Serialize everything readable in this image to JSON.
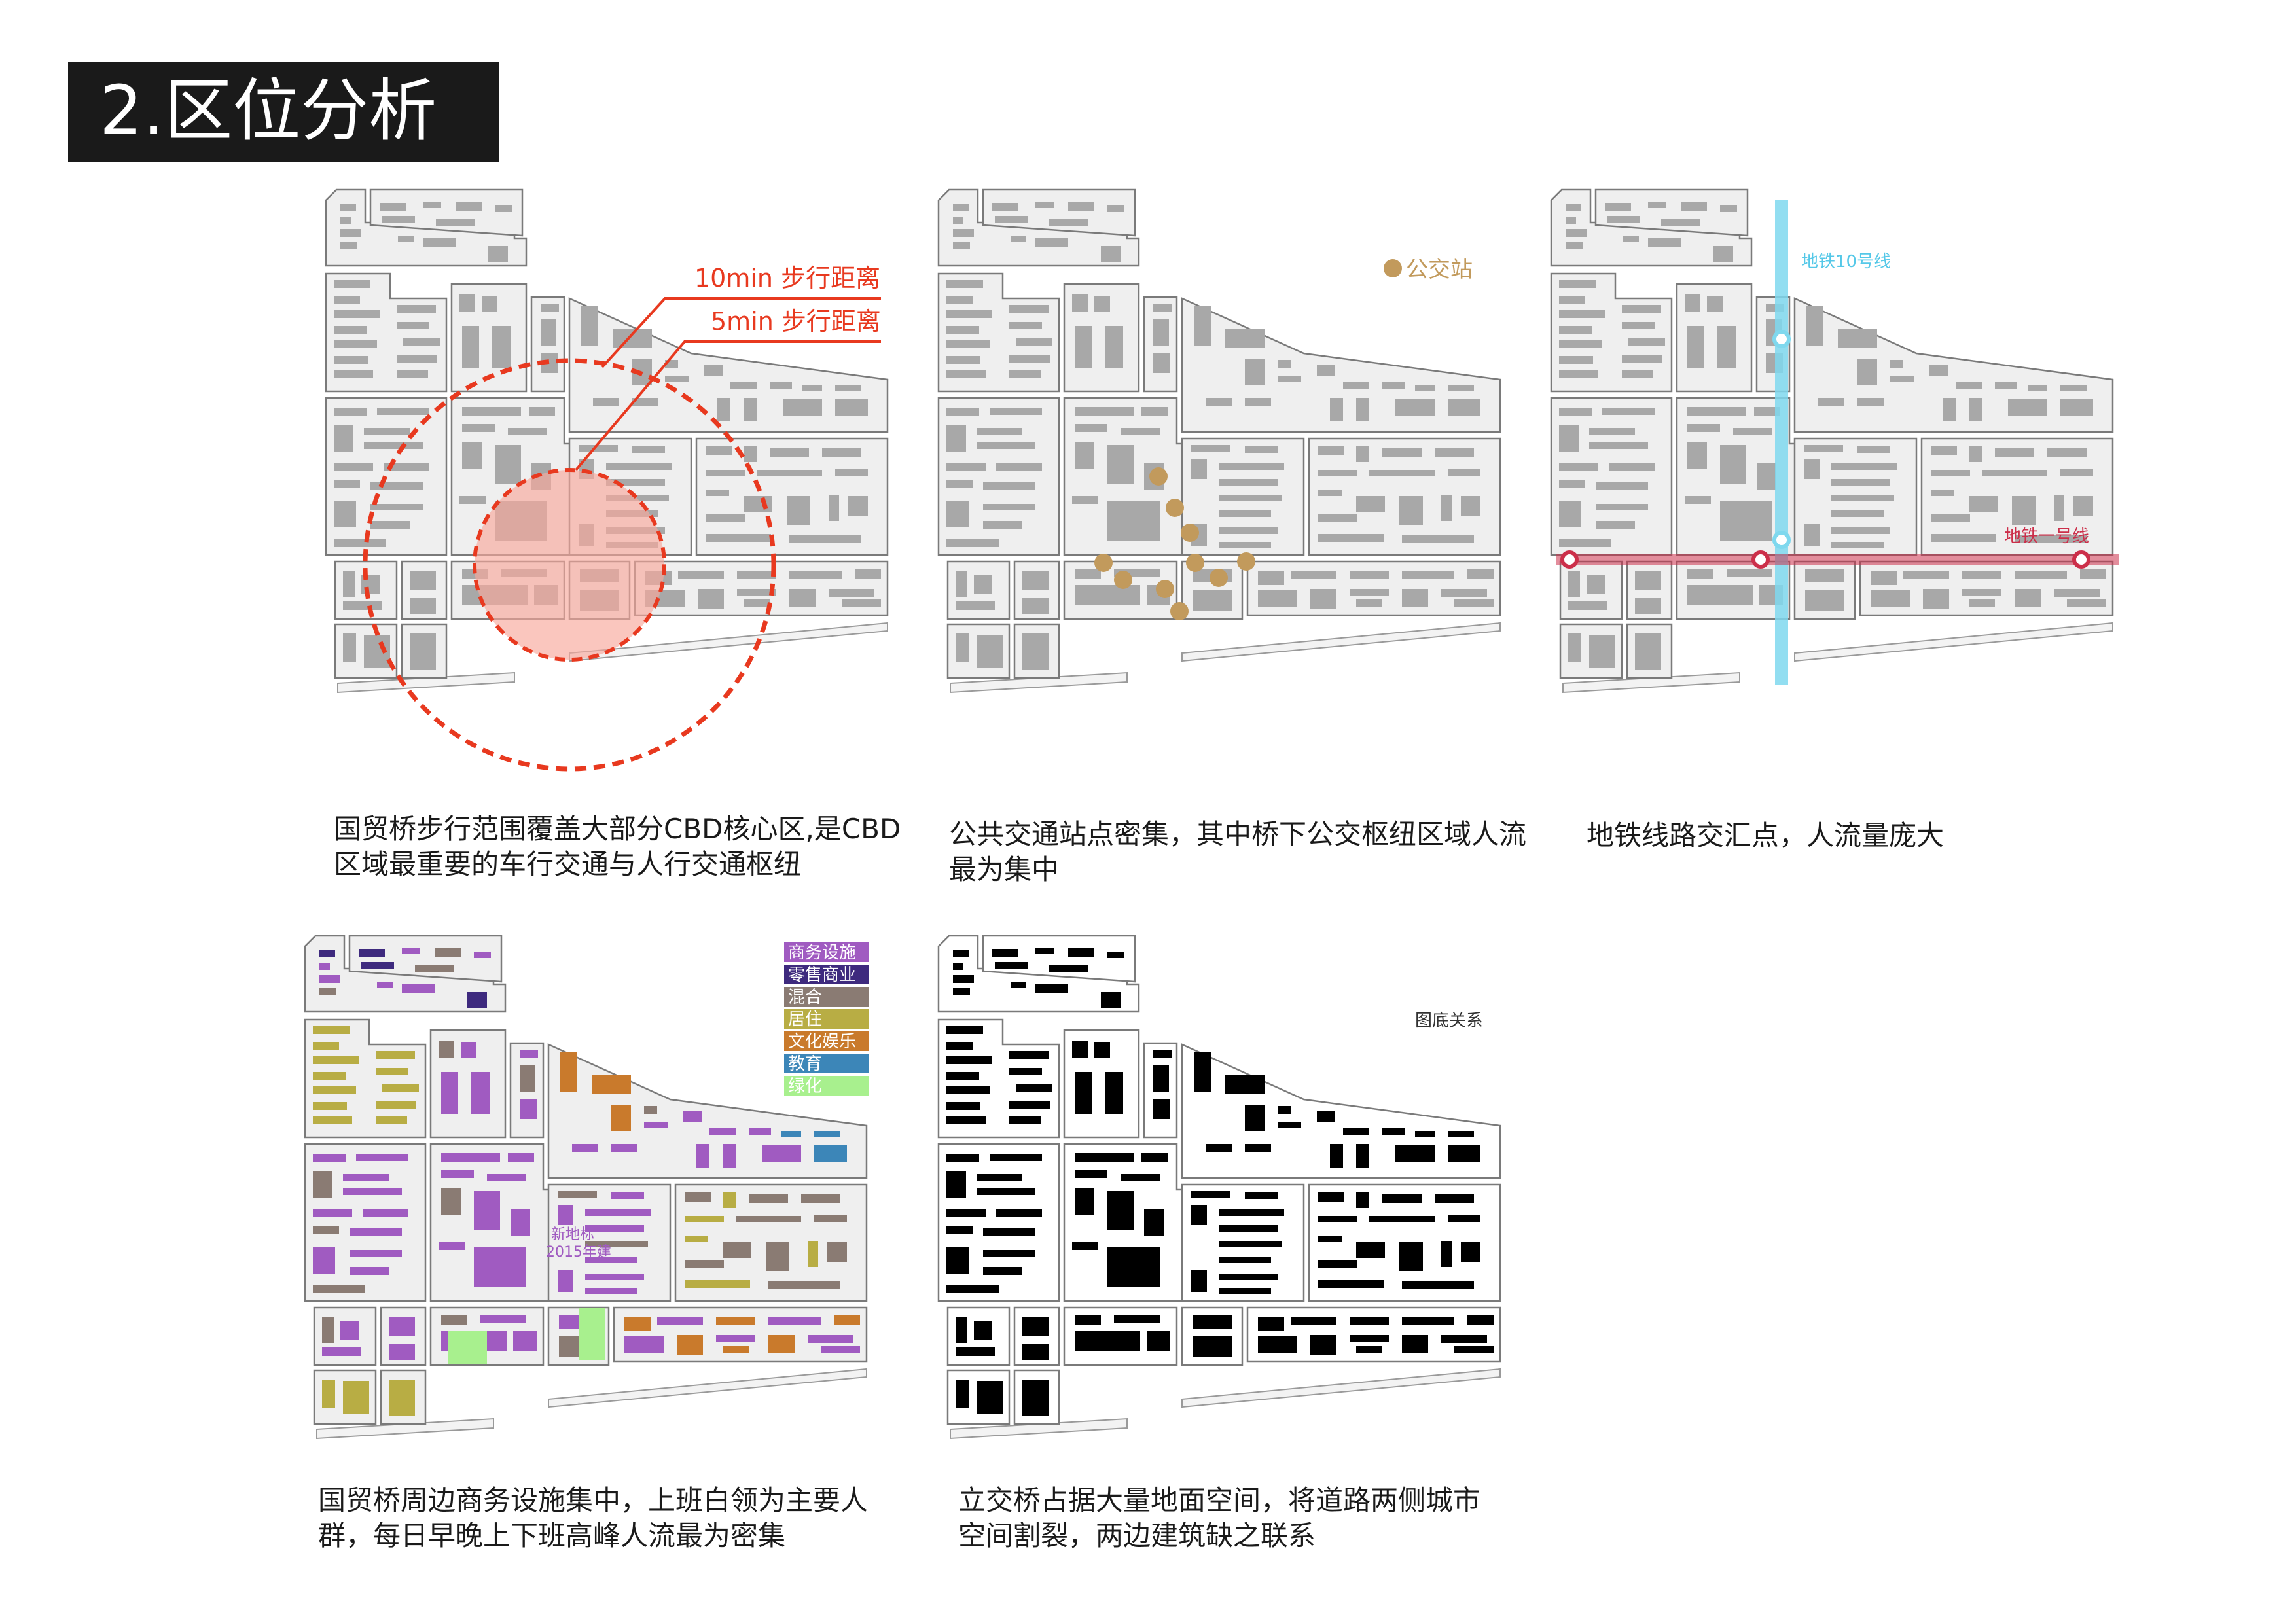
{
  "page_title": "2.区位分析",
  "panels": {
    "walking": {
      "legend_10min": "10min 步行距离",
      "legend_5min": "5min 步行距离",
      "caption_lines": [
        "国贸桥步行范围覆盖大部分CBD核心区,是CBD",
        "区域最重要的车行交通与人行交通枢纽"
      ]
    },
    "bus": {
      "legend_bus": "公交站",
      "caption_lines": [
        "公共交通站点密集，其中桥下公交枢纽区域人流",
        "最为集中"
      ]
    },
    "subway": {
      "label_line10": "地铁10号线",
      "label_line1": "地铁一号线",
      "caption_lines": [
        "地铁线路交汇点，人流量庞大"
      ]
    },
    "landuse": {
      "legend": [
        {
          "label": "商务设施",
          "color": "#a05bc1"
        },
        {
          "label": "零售商业",
          "color": "#3e2a7e"
        },
        {
          "label": "混合",
          "color": "#8a7b73"
        },
        {
          "label": "居住",
          "color": "#b8ad44"
        },
        {
          "label": "文化娱乐",
          "color": "#c97a2c"
        },
        {
          "label": "教育",
          "color": "#3c86b8"
        },
        {
          "label": "绿化",
          "color": "#a8f08e"
        }
      ],
      "landmark_line1": "新地标",
      "landmark_line2": "2015年建",
      "caption_lines": [
        "国贸桥周边商务设施集中，上班白领为主要人",
        "群，每日早晚上下班高峰人流最为密集"
      ]
    },
    "figure_ground": {
      "label": "图底关系",
      "caption_lines": [
        "立交桥占据大量地面空间，将道路两侧城市",
        "空间割裂，两边建筑缺之联系"
      ]
    }
  },
  "colors": {
    "block_fill": "#efefef",
    "building_gray": "#a8a8a8",
    "walk_red": "#e8391f",
    "walk_pink": "#f7a89b",
    "bus_stop": "#c29a5c",
    "subway10": "#7fd8ee",
    "subway1": "#cc2f4a"
  }
}
